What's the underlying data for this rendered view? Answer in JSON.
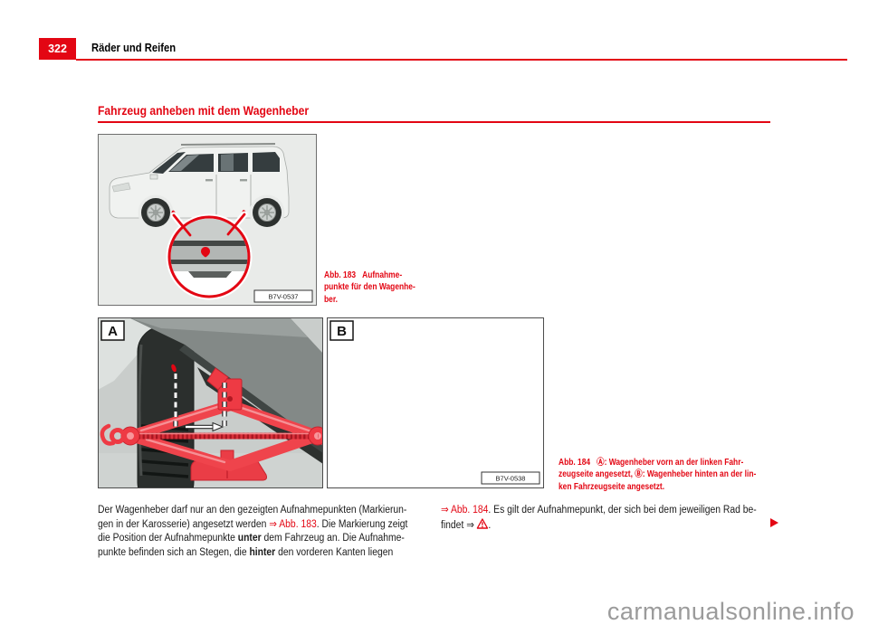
{
  "colors": {
    "accent_red": "#e30613",
    "watermark_gray": "#9b9b9b"
  },
  "header": {
    "page_number": "322",
    "title": "Räder und Reifen"
  },
  "section": {
    "title": "Fahrzeug anheben mit dem Wagenheber"
  },
  "figure_183": {
    "code": "B7V-0537",
    "caption_line1": "Abb. 183   Aufnahme-",
    "caption_line2": "punkte für den Wagenhe-",
    "caption_line3": "ber."
  },
  "figure_184": {
    "panel_a": "A",
    "panel_b": "B",
    "code": "B7V-0538",
    "caption_line1": "Abb. 184   Ⓐ: Wagenheber vorn an der linken Fahr-",
    "caption_line2": "zeugseite angesetzt, Ⓑ: Wagenheber hinten an der lin-",
    "caption_line3": "ken Fahrzeugseite angesetzt."
  },
  "body_left": {
    "line1": "Der Wagenheber darf nur an den gezeigten Aufnahmepunkten (Markierun-",
    "line2_pre": "gen in der Karosserie) angesetzt werden ",
    "line2_link": "⇒ Abb. 183",
    "line2_post": ". Die Markierung zeigt",
    "line3_pre": "die Position der Aufnahmepunkte ",
    "line3_bold": "unter",
    "line3_post": " dem Fahrzeug an. Die Aufnahme-",
    "line4_pre": "punkte befinden sich an Stegen, die ",
    "line4_bold": "hinter",
    "line4_post": " den vorderen Kanten liegen"
  },
  "body_right": {
    "line1_link": "⇒ Abb. 184",
    "line1_post": ". Es gilt der Aufnahmepunkt, der sich bei dem jeweiligen Rad be-",
    "line2_pre": "findet ",
    "line2_arrow": "⇒ ",
    "line2_end": "."
  },
  "watermark": "carmanualsonline.info"
}
